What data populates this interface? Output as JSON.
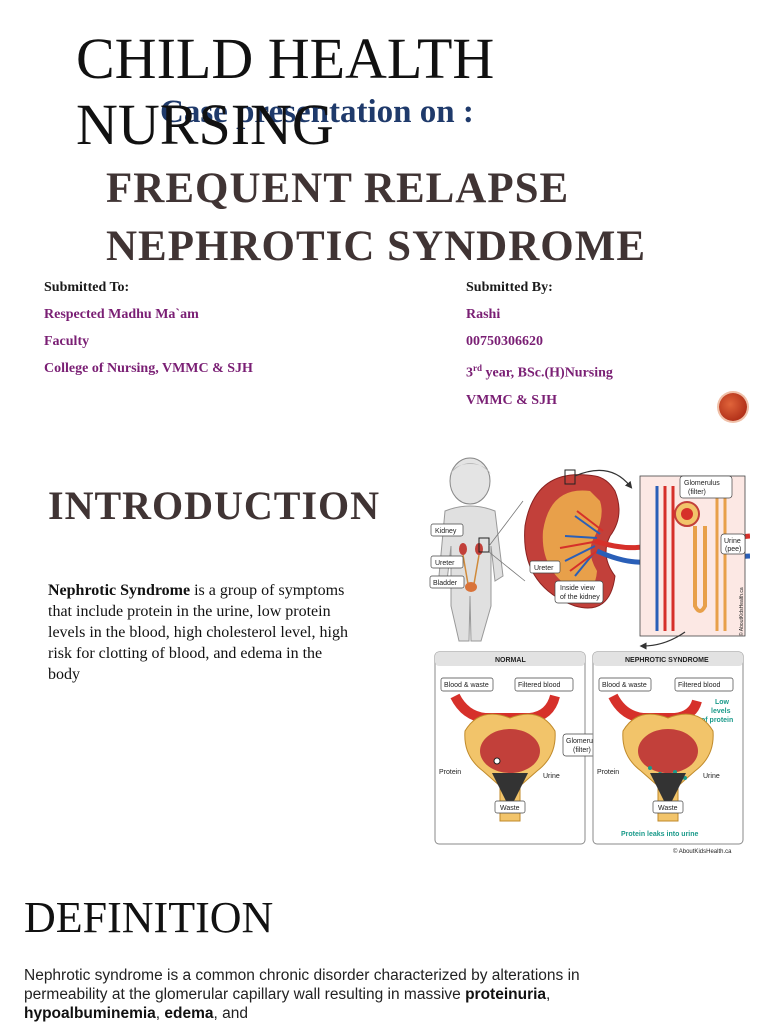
{
  "slide1": {
    "title": "CHILD HEALTH NURSING",
    "case_line": "Case presentation on :",
    "topic_line1": "FREQUENT RELAPSE",
    "topic_line2": "NEPHROTIC SYNDROME",
    "submitted_to": {
      "heading": "Submitted To:",
      "lines": [
        "Respected Madhu Ma`am",
        "Faculty",
        "College of Nursing, VMMC & SJH"
      ]
    },
    "submitted_by": {
      "heading": "Submitted By:",
      "name": "Rashi",
      "id": "00750306620",
      "year_num": "3",
      "year_sup": "rd",
      "year_rest": " year, BSc.(H)Nursing",
      "institution": "VMMC & SJH"
    }
  },
  "slide2": {
    "heading": "INTRODUCTION",
    "term": "Nephrotic Syndrome",
    "body": " is a group of symptoms that include protein in the urine, low protein levels in the blood, high cholesterol level, high risk for clotting of blood, and edema in the body",
    "illustration": {
      "labels": {
        "kidney": "Kidney",
        "ureter": "Ureter",
        "bladder": "Bladder",
        "ureter2": "Ureter",
        "inside_view": "Inside view",
        "of_kidney": "of the kidney",
        "glomerulus": "Glomerulus",
        "filter": "(filter)",
        "urine": "Urine",
        "pee": "(pee)",
        "credit_top": "© AboutKidsHealth.ca",
        "normal": "NORMAL",
        "nephrotic": "NEPHROTIC SYNDROME",
        "blood_waste": "Blood & waste",
        "filtered_blood": "Filtered blood",
        "blood_waste2": "Blood & waste",
        "filtered_blood2": "Filtered blood",
        "low": "Low",
        "levels": "levels",
        "of_protein": "of protein",
        "glomerulus2": "Glomerulus",
        "filter2": "(filter)",
        "protein": "Protein",
        "urine2": "Urine",
        "waste": "Waste",
        "protein2": "Protein",
        "urine3": "Urine",
        "waste2": "Waste",
        "leak": "Protein leaks into urine",
        "credit_bottom": "© AboutKidsHealth.ca"
      },
      "colors": {
        "artery": "#d6302a",
        "vein": "#2a5fb8",
        "kidney": "#c2403a",
        "capsule": "#f2c46a",
        "accent_teal": "#1a9a8a"
      }
    }
  },
  "slide3": {
    "heading": "DEFINITION",
    "text_start": "Nephrotic syndrome is a common chronic disorder characterized by alterations in permeability at the glomerular capillary wall resulting in massive ",
    "term1": "proteinuria",
    "sep1": ", ",
    "term2": "hypoalbuminemia",
    "sep2": ", ",
    "term3": "edema",
    "text_end": ", and"
  }
}
